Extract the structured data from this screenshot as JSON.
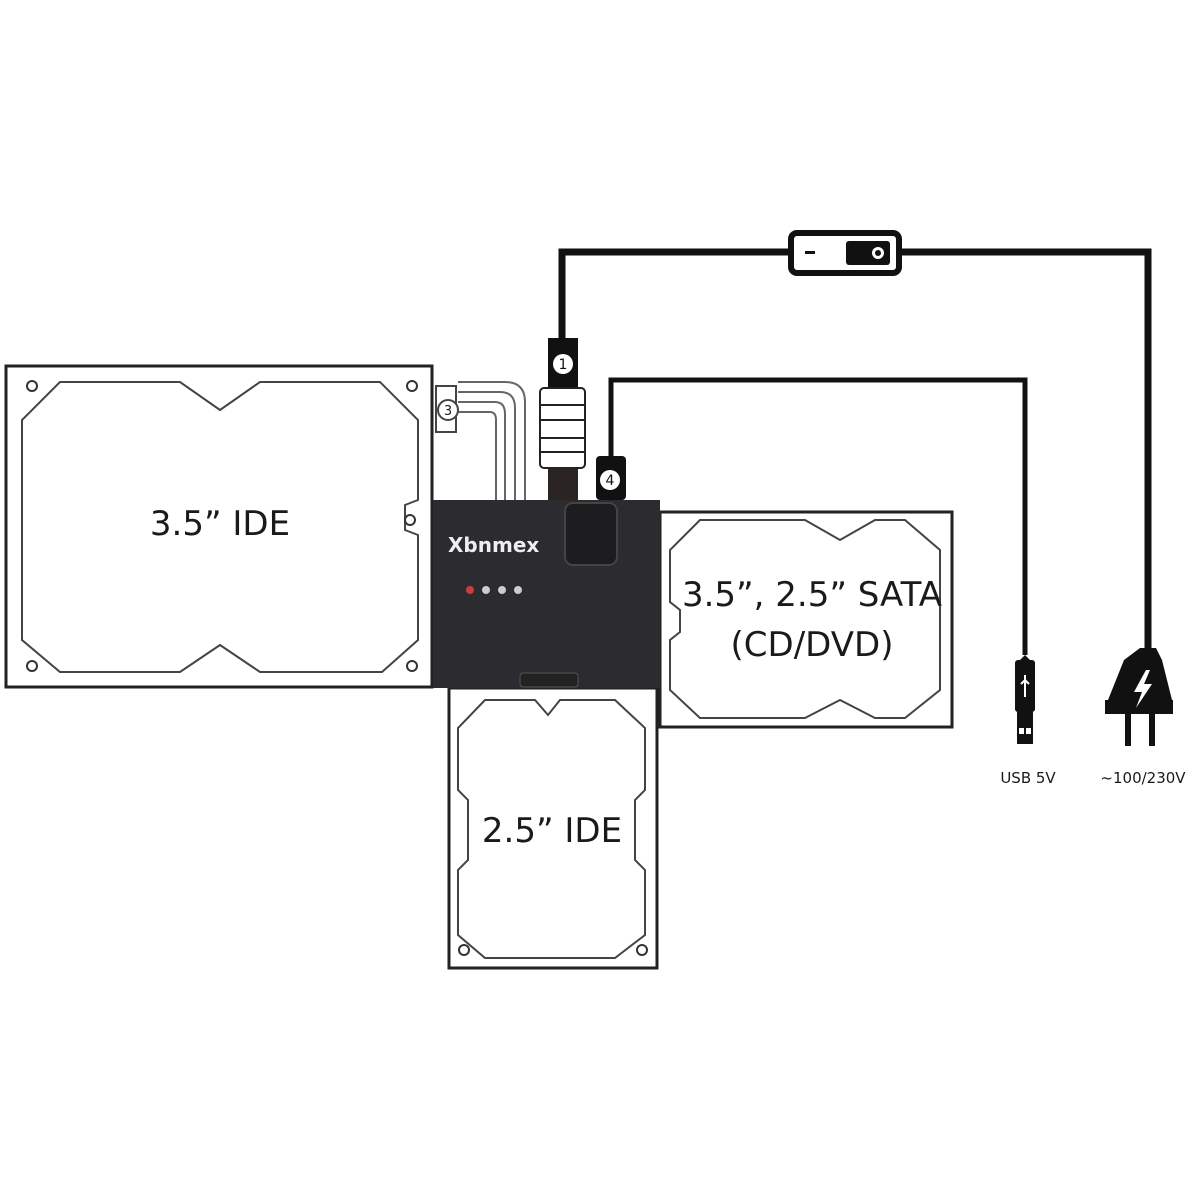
{
  "drives": {
    "ide35": "3.5” IDE",
    "sata_line1": "3.5”, 2.5” SATA",
    "sata_line2": "(CD/DVD)",
    "ide25": "2.5” IDE"
  },
  "adapter": {
    "brand": "Xbnmex",
    "led_colors": [
      "#d23a3a",
      "#cccccc",
      "#cccccc",
      "#cccccc"
    ]
  },
  "connectors": {
    "c1": "1",
    "c3": "3",
    "c4": "4"
  },
  "power": {
    "usb_label": "USB 5V",
    "mains_label": "~100/230V",
    "usb_icon": "usb-plug-icon",
    "mains_icon": "power-plug-icon",
    "switch_icon": "power-switch-icon"
  },
  "colors": {
    "device": "#2b2b30",
    "line": "#111111"
  }
}
